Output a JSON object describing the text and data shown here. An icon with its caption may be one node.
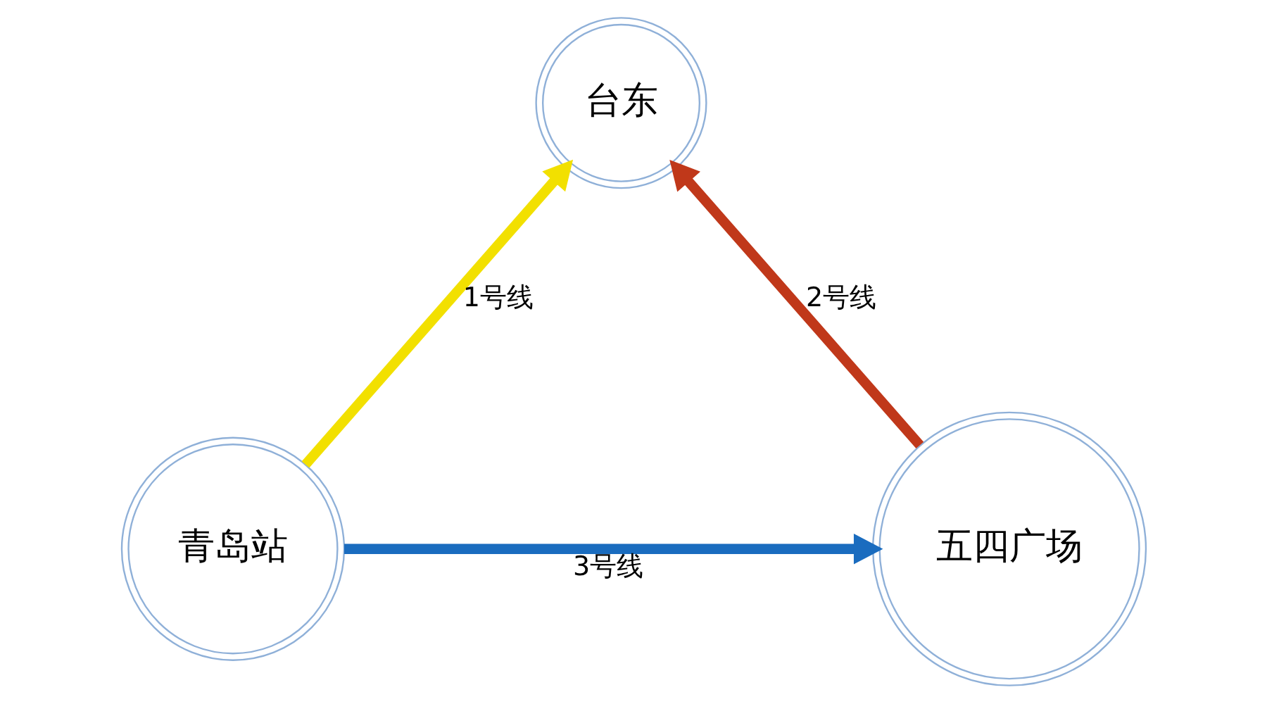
{
  "diagram": {
    "nodes": [
      {
        "text": [
          "台东"
        ]
      },
      {
        "text": [
          "青岛站"
        ]
      },
      {
        "text": [
          "五四广场"
        ]
      }
    ],
    "edges": [
      {
        "from": 1,
        "to": 0,
        "arrow": "to",
        "label": "1号线",
        "color": "#f2e000"
      },
      {
        "from": 2,
        "to": 0,
        "arrow": "to",
        "label": "2号线",
        "color": "#c0381a"
      },
      {
        "from": 1,
        "to": 2,
        "arrow": "to",
        "label": "3号线",
        "color": "#1a6cbf"
      }
    ]
  }
}
